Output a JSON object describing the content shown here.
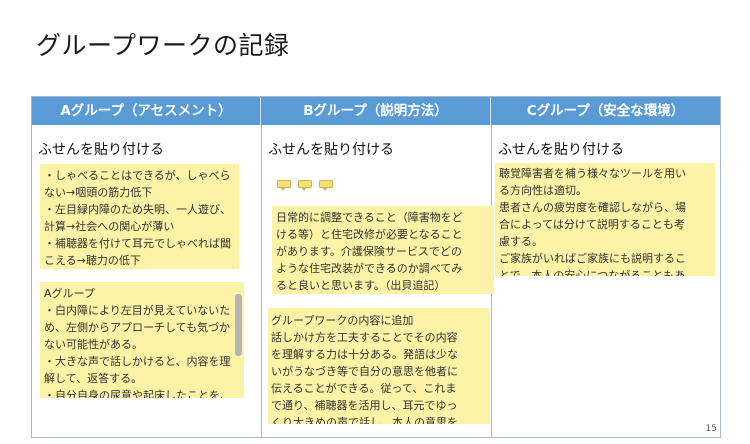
{
  "slide_title": "グループワークの記録",
  "columns": [
    {
      "header": "Aグループ（アセスメント）",
      "sub": "ふせんを貼り付ける"
    },
    {
      "header": "Bグループ（説明方法）",
      "sub": "ふせんを貼り付ける"
    },
    {
      "header": "Cグループ（安全な環境）",
      "sub": "ふせんを貼り付ける"
    }
  ],
  "notes": {
    "a1": [
      "・しゃべることはできるが、しゃべら",
      "ない→咽頭の筋力低下",
      "・左目緑内障のため失明、一人遊び、",
      "計算→社会への関心が薄い",
      "・補聴器を付けて耳元でしゃべれば聞",
      "こえる→聴力の低下"
    ],
    "a2": [
      "Aグループ",
      "・白内障により左目が見えていないた",
      "め、左側からアプローチしても気づか",
      "ない可能性がある。",
      "・大きな声で話しかけると、内容を理",
      "解して、返答する。",
      "・自分自身の尿意や起床したことを、"
    ],
    "b1": [
      "日常的に調整できること（障害物をど",
      "ける等）と住宅改修が必要となること",
      "があります。介護保険サービスでどの",
      "ような住宅改装ができるのか調べてみ",
      "ると良いと思います。（出貝追記）"
    ],
    "b2": [
      "グループワークの内容に追加",
      "話しかけ方を工夫することでその内容",
      "を理解する力は十分ある。発語は少な",
      "いがうなづき等で自分の意思を他者に",
      "伝えることができる。従って、これま",
      "で通り、補聴器を活用し、耳元でゆっ",
      "くり大きめの声で話し、本人の意思を"
    ],
    "c1": [
      "聴覚障害者を補う様々なツールを用い",
      "る方向性は適切。",
      "患者さんの疲労度を確認しながら、場",
      "合によっては分けて説明することも考",
      "慮する。",
      "ご家族がいればご家族にも説明するこ",
      "とで、本人の安心につながることもあ"
    ]
  },
  "page_number": "15"
}
